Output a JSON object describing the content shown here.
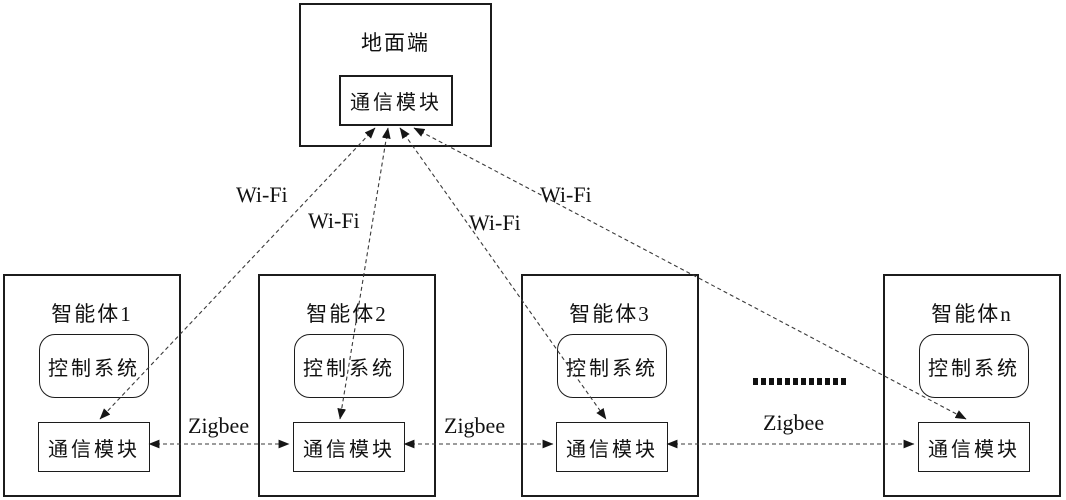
{
  "ground": {
    "title": "地面端",
    "comm_label": "通信模块"
  },
  "agents": [
    {
      "title": "智能体1",
      "control_label": "控制系统",
      "comm_label": "通信模块"
    },
    {
      "title": "智能体2",
      "control_label": "控制系统",
      "comm_label": "通信模块"
    },
    {
      "title": "智能体3",
      "control_label": "控制系统",
      "comm_label": "通信模块"
    },
    {
      "title": "智能体n",
      "control_label": "控制系统",
      "comm_label": "通信模块"
    }
  ],
  "links": {
    "wifi_labels": [
      "Wi-Fi",
      "Wi-Fi",
      "Wi-Fi",
      "Wi-Fi"
    ],
    "zigbee_labels": [
      "Zigbee",
      "Zigbee",
      "Zigbee"
    ]
  },
  "colors": {
    "line": "#3a3a3a",
    "arrow": "#161616",
    "border": "#1c1c1c",
    "background": "#ffffff",
    "text": "#111111"
  }
}
